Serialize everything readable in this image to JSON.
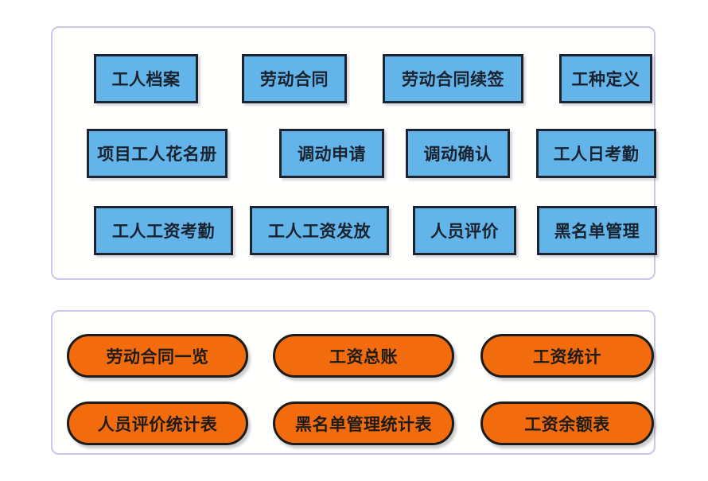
{
  "colors": {
    "panel_border": "#ccc5ee",
    "panel_background": "#fffffe",
    "blue_fill": "#63b4e9",
    "blue_border": "#1b2430",
    "orange_fill": "#f26c0d",
    "orange_border": "#1b1b18",
    "text": "#19222e",
    "page_background": "#ffffff"
  },
  "panels": [
    {
      "id": "basic-functions",
      "shape": "rounded-rectangle",
      "rows": [
        {
          "id": "blue-row-1",
          "items": [
            {
              "label": "工人档案"
            },
            {
              "label": "劳动合同"
            },
            {
              "label": "劳动合同续签"
            },
            {
              "label": "工种定义"
            }
          ]
        },
        {
          "id": "blue-row-2",
          "items": [
            {
              "label": "项目工人花名册"
            },
            {
              "label": "调动申请"
            },
            {
              "label": "调动确认"
            },
            {
              "label": "工人日考勤"
            }
          ]
        },
        {
          "id": "blue-row-3",
          "items": [
            {
              "label": "工人工资考勤"
            },
            {
              "label": "工人工资发放"
            },
            {
              "label": "人员评价"
            },
            {
              "label": "黑名单管理"
            }
          ]
        }
      ]
    },
    {
      "id": "reports",
      "shape": "rounded-rectangle",
      "rows": [
        {
          "id": "orange-row-1",
          "items": [
            {
              "label": "劳动合同一览"
            },
            {
              "label": "工资总账"
            },
            {
              "label": "工资统计"
            }
          ]
        },
        {
          "id": "orange-row-2",
          "items": [
            {
              "label": "人员评价统计表"
            },
            {
              "label": "黑名单管理统计表"
            },
            {
              "label": "工资余额表"
            }
          ]
        }
      ]
    }
  ]
}
